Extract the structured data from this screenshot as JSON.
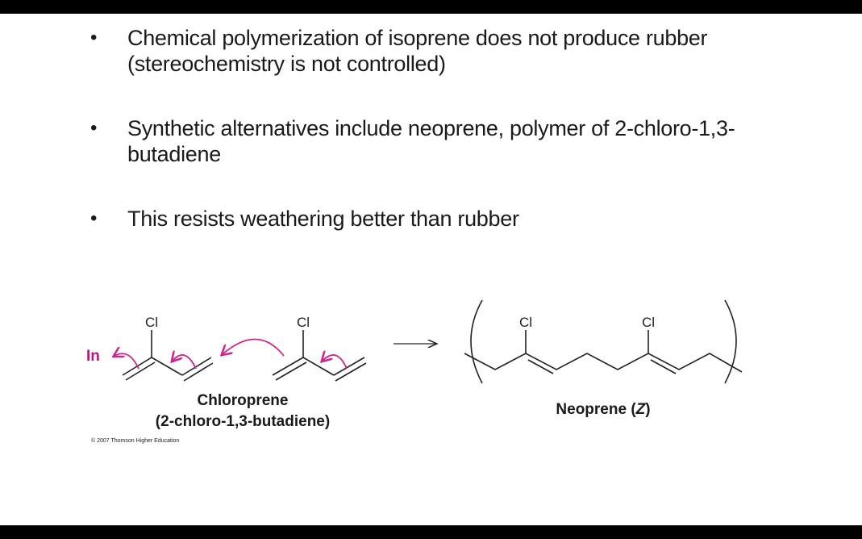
{
  "bullets": [
    {
      "marker": "•",
      "text": "Chemical polymerization of isoprene does not produce rubber (stereochemistry is not controlled)"
    },
    {
      "marker": "•",
      "text": "Synthetic alternatives include neoprene, polymer of 2-chloro-1,3-butadiene"
    },
    {
      "marker": "•",
      "text": "This resists weathering better than rubber"
    }
  ],
  "scheme": {
    "initiator": "In",
    "monomer_substituent_1": "Cl",
    "monomer_substituent_2": "Cl",
    "polymer_substituent_1": "Cl",
    "polymer_substituent_2": "Cl",
    "monomer_caption_line1": "Chloroprene",
    "monomer_caption_line2": "(2-chloro-1,3-butadiene)",
    "polymer_caption_prefix": "Neoprene (",
    "polymer_caption_italic": "Z",
    "polymer_caption_suffix": ")",
    "copyright": "© 2007 Thomson Higher Education"
  },
  "colors": {
    "frame": "#000000",
    "slide_background": "#ffffff",
    "text": "#1a1a1a",
    "initiator": "#c0147e",
    "curved_arrows": "#d1238c"
  }
}
